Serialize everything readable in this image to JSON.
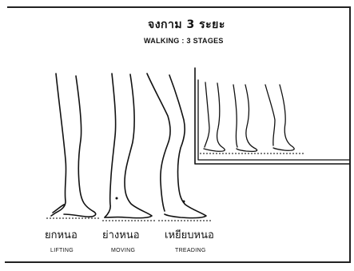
{
  "figure": {
    "title_thai": "จงกาม 3 ระยะ",
    "title_english": "WALKING : 3 STAGES",
    "stages": [
      {
        "label_thai": "ยกหนอ",
        "label_english": "LIFTING"
      },
      {
        "label_thai": "ย่างหนอ",
        "label_english": "MOVING"
      },
      {
        "label_thai": "เหยียบหนอ",
        "label_english": "TREADING"
      }
    ]
  }
}
